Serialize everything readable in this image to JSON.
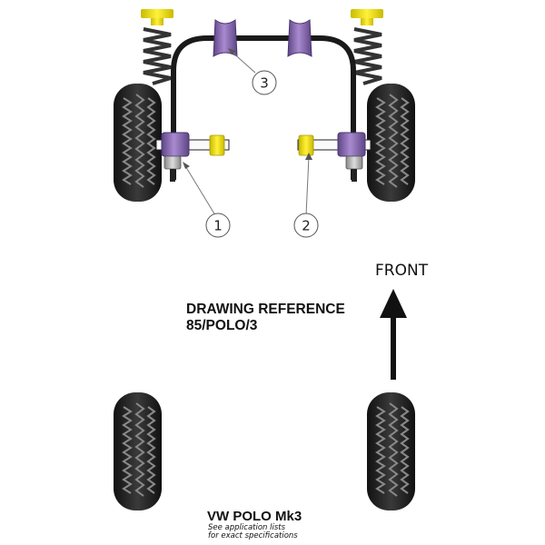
{
  "labels": {
    "front": "FRONT",
    "drawing_reference_line1": "DRAWING REFERENCE",
    "drawing_reference_line2": "85/POLO/3",
    "vehicle": "VW POLO Mk3",
    "note_line1": "See application lists",
    "note_line2": "for exact specifications"
  },
  "callouts": [
    {
      "number": "1"
    },
    {
      "number": "2"
    },
    {
      "number": "3"
    }
  ],
  "colors": {
    "tyre": "#2a2a2a",
    "tread": "#8a8a8a",
    "bar": "#1a1a1a",
    "purple_bush": "#9370b8",
    "purple_dark": "#5e4685",
    "yellow_bush": "#f2e600",
    "yellow_dark": "#b9ab00",
    "spring": "#333333",
    "arrow": "#111111"
  }
}
